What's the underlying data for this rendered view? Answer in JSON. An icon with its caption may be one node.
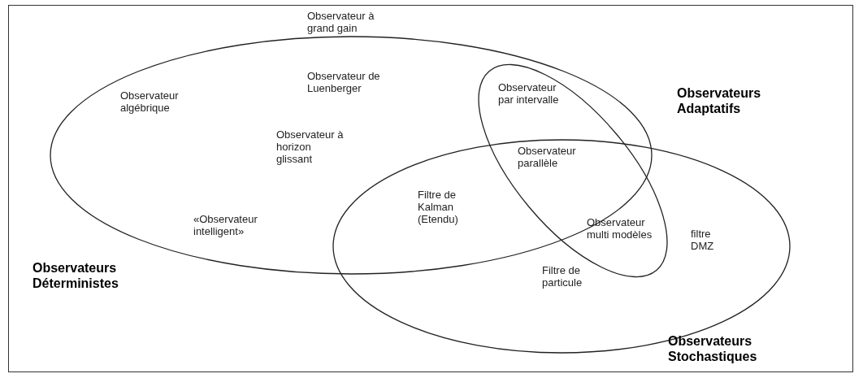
{
  "diagram": {
    "nodes": [
      {
        "text": [
          "Observateurs Déterministes"
        ]
      },
      {
        "text": [
          "Observateurs Adaptatifs"
        ]
      },
      {
        "text": [
          "Observateurs Stochastiques"
        ]
      }
    ],
    "labels": [
      "Observateur à grand gain",
      "Observateur algébrique",
      "Observateur de Luenberger",
      "Observateur par intervalle",
      "Observateur à horizon glissant",
      "Observateur parallèle",
      "Filtre de Kalman (Etendu)",
      "«Observateur intelligent»",
      "Observateur multi modèles",
      "filtre DMZ",
      "Filtre de particule"
    ]
  }
}
